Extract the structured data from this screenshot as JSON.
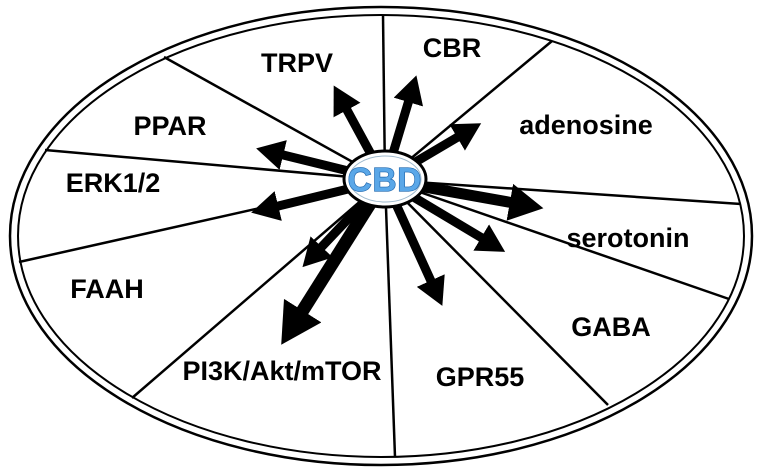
{
  "diagram": {
    "center": "CBD",
    "targets": [
      {
        "label": "TRPV"
      },
      {
        "label": "CBR"
      },
      {
        "label": "adenosine"
      },
      {
        "label": "serotonin"
      },
      {
        "label": "GABA"
      },
      {
        "label": "GPR55"
      },
      {
        "label": "PI3K/Akt/mTOR"
      },
      {
        "label": "FAAH"
      },
      {
        "label": "ERK1/2"
      },
      {
        "label": "PPAR"
      }
    ],
    "colors": {
      "arrow": "#000000",
      "outline": "#000000",
      "center_text": "#5aa7e8",
      "center_text_edge": "#2268ad",
      "background": "#ffffff"
    }
  }
}
